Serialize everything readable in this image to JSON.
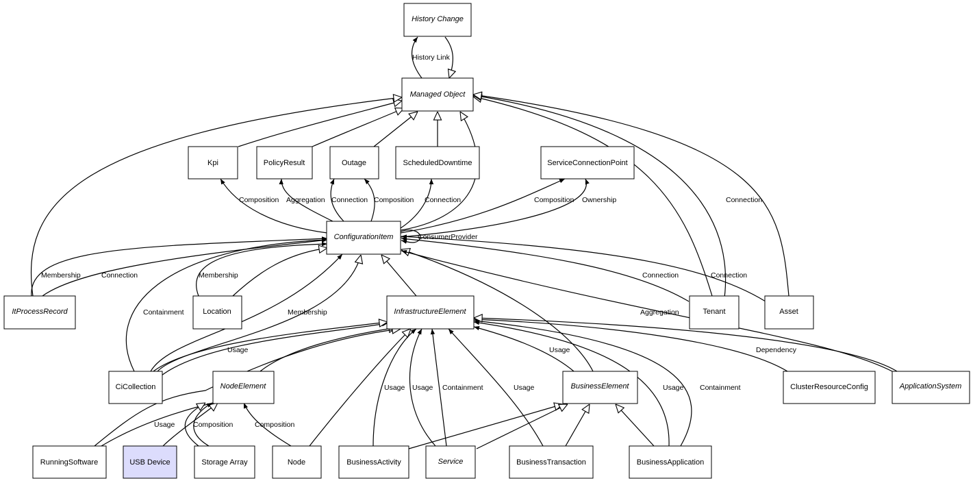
{
  "nodes": {
    "history_change": "History Change",
    "managed_object": "Managed Object",
    "kpi": "Kpi",
    "policy_result": "PolicyResult",
    "outage": "Outage",
    "scheduled_downtime": "ScheduledDowntime",
    "service_connection_point": "ServiceConnectionPoint",
    "configuration_item": "ConfigurationItem",
    "it_process_record": "ItProcessRecord",
    "location": "Location",
    "infrastructure_element": "InfrastructureElement",
    "tenant": "Tenant",
    "asset": "Asset",
    "ci_collection": "CiCollection",
    "node_element": "NodeElement",
    "business_element": "BusinessElement",
    "cluster_resource_config": "ClusterResourceConfig",
    "application_system": "ApplicationSystem",
    "running_software": "RunningSoftware",
    "usb_device": "USB Device",
    "storage_array": "Storage Array",
    "node": "Node",
    "business_activity": "BusinessActivity",
    "service": "Service",
    "business_transaction": "BusinessTransaction",
    "business_application": "BusinessApplication"
  },
  "edge_labels": {
    "history_link": "History Link",
    "kpi_composition": "Composition",
    "policy_aggregation": "Aggregation",
    "outage_connection": "Connection",
    "outage_composition": "Composition",
    "downtime_connection": "Connection",
    "scp_composition": "Composition",
    "scp_ownership": "Ownership",
    "consumer_provider": "ConsumerProvider",
    "asset_mo_connection": "Connection",
    "itpr_membership": "Membership",
    "itpr_connection": "Connection",
    "location_membership": "Membership",
    "tenant_connection": "Connection",
    "asset_connection": "Connection",
    "cicollection_containment": "Containment",
    "cicollection_membership": "Membership",
    "aggregation": "Aggregation",
    "cicollection_usage": "Usage",
    "business_usage": "Usage",
    "dependency": "Dependency",
    "activity_usage": "Usage",
    "service_usage": "Usage",
    "service_containment": "Containment",
    "transaction_usage": "Usage",
    "application_usage": "Usage",
    "application_containment": "Containment",
    "running_usage": "Usage",
    "storage_composition": "Composition",
    "node_composition": "Composition"
  },
  "colors": {
    "line": "#000000",
    "node_fill": "#ffffff",
    "highlight_fill": "#dcdcfc"
  }
}
